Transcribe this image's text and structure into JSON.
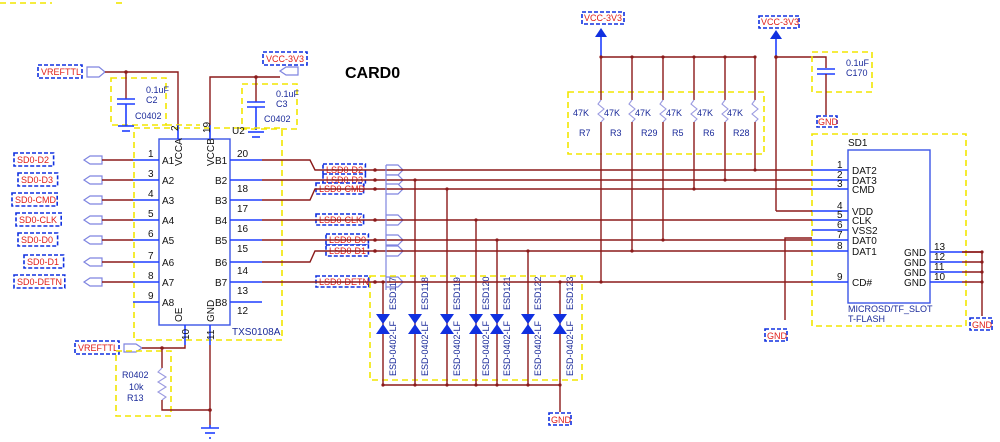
{
  "title": "CARD0",
  "colors": {
    "wire": "#8b1a1a",
    "pin": "#1f3fff",
    "netlabel": "#e0201a",
    "component_box": "#f2e600"
  },
  "power_labels": {
    "vcc_left": "VCC-3V3",
    "vcc_top1": "VCC-3V3",
    "vcc_top2": "VCC-3V3",
    "vref_top": "VREFTTL",
    "vref_bottom": "VREFTTL"
  },
  "gnd_labels": [
    "GND",
    "GND",
    "GND",
    "GND"
  ],
  "left_nets": [
    "SD0-D2",
    "SD0-D3",
    "SD0-CMD",
    "SD0-CLK",
    "SD0-D0",
    "SD0-D1",
    "SD0-DETN"
  ],
  "mid_nets": [
    "LSD0-D2",
    "LSD0-D3",
    "LSD0-CMD",
    "LSD0-CLK",
    "LSD0-D0",
    "LSD0-D1",
    "LSD0-DETN"
  ],
  "u2": {
    "ref": "U2",
    "part": "TXS0108A",
    "left_pins": [
      {
        "num": "1",
        "name": "A1"
      },
      {
        "num": "3",
        "name": "A2"
      },
      {
        "num": "4",
        "name": "A3"
      },
      {
        "num": "5",
        "name": "A4"
      },
      {
        "num": "6",
        "name": "A5"
      },
      {
        "num": "7",
        "name": "A6"
      },
      {
        "num": "8",
        "name": "A7"
      },
      {
        "num": "9",
        "name": "A8"
      }
    ],
    "right_pins": [
      {
        "num": "20",
        "name": "B1"
      },
      {
        "num": "18",
        "name": "B2"
      },
      {
        "num": "17",
        "name": "B3"
      },
      {
        "num": "16",
        "name": "B4"
      },
      {
        "num": "15",
        "name": "B5"
      },
      {
        "num": "14",
        "name": "B6"
      },
      {
        "num": "13",
        "name": "B7"
      },
      {
        "num": "12",
        "name": "B8"
      }
    ],
    "top_pins": [
      {
        "num": "2",
        "name": "VCCA"
      },
      {
        "num": "19",
        "name": "VCCB"
      }
    ],
    "bottom_pins": [
      {
        "num": "10",
        "name": "OE"
      },
      {
        "num": "11",
        "name": "GND"
      }
    ]
  },
  "capacitors": [
    {
      "ref": "C2",
      "value": "0.1uF",
      "footprint": "C0402"
    },
    {
      "ref": "C3",
      "value": "0.1uF",
      "footprint": "C0402"
    },
    {
      "ref": "C170",
      "value": "0.1uF"
    }
  ],
  "r13": {
    "ref": "R13",
    "value": "10k",
    "footprint": "R0402"
  },
  "pullups": [
    {
      "ref": "R7",
      "value": "47K"
    },
    {
      "ref": "R3",
      "value": "47K"
    },
    {
      "ref": "R29",
      "value": "47K"
    },
    {
      "ref": "R5",
      "value": "47K"
    },
    {
      "ref": "R6",
      "value": "47K"
    },
    {
      "ref": "R28",
      "value": "47K"
    }
  ],
  "esd": [
    {
      "ref": "ESD117",
      "part": "ESD-0402-LF"
    },
    {
      "ref": "ESD118",
      "part": "ESD-0402-LF"
    },
    {
      "ref": "ESD119",
      "part": "ESD-0402-LF"
    },
    {
      "ref": "ESD120",
      "part": "ESD-0402-LF"
    },
    {
      "ref": "ESD121",
      "part": "ESD-0402-LF"
    },
    {
      "ref": "ESD122",
      "part": "ESD-0402-LF"
    },
    {
      "ref": "ESD123",
      "part": "ESD-0402-LF"
    }
  ],
  "sd1": {
    "ref": "SD1",
    "part": "MICROSD/TF_SLOT",
    "footprint": "T-FLASH",
    "left_pins": [
      {
        "num": "1",
        "name": "DAT2"
      },
      {
        "num": "2",
        "name": "DAT3"
      },
      {
        "num": "3",
        "name": "CMD"
      },
      {
        "num": "4",
        "name": "VDD"
      },
      {
        "num": "5",
        "name": "CLK"
      },
      {
        "num": "6",
        "name": "VSS2"
      },
      {
        "num": "7",
        "name": "DAT0"
      },
      {
        "num": "8",
        "name": "DAT1"
      },
      {
        "num": "9",
        "name": "CD#"
      }
    ],
    "right_pins": [
      {
        "num": "13",
        "name": "GND"
      },
      {
        "num": "12",
        "name": "GND"
      },
      {
        "num": "11",
        "name": "GND"
      },
      {
        "num": "10",
        "name": "GND"
      }
    ]
  }
}
